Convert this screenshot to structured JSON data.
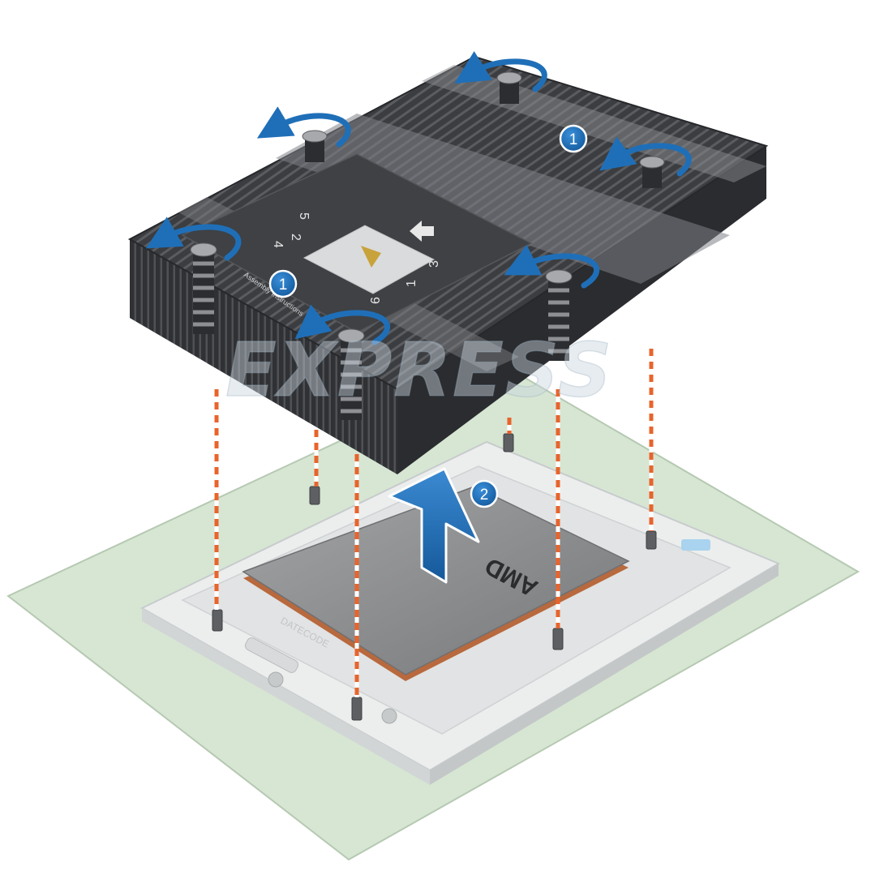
{
  "steps": {
    "step1_label": "1",
    "step2_label": "2"
  },
  "heatsink_label": {
    "digits": [
      "5",
      "2",
      "4",
      "3",
      "1",
      "6"
    ],
    "assembly_text": "Assembly Instructions"
  },
  "socket": {
    "processor_brand": "AMD",
    "datecode": "DATECODE"
  },
  "watermark": "EXPRESS",
  "colors": {
    "board": "#d6e6d3",
    "board_edge": "#b6c9b2",
    "fins": "#3b3d40",
    "fin_line": "#585a5e",
    "arrow_blue": "#1f6fb8",
    "guide_orange": "#e8642c",
    "processor": "#8e8f91",
    "socket_frame": "#eceeee"
  }
}
